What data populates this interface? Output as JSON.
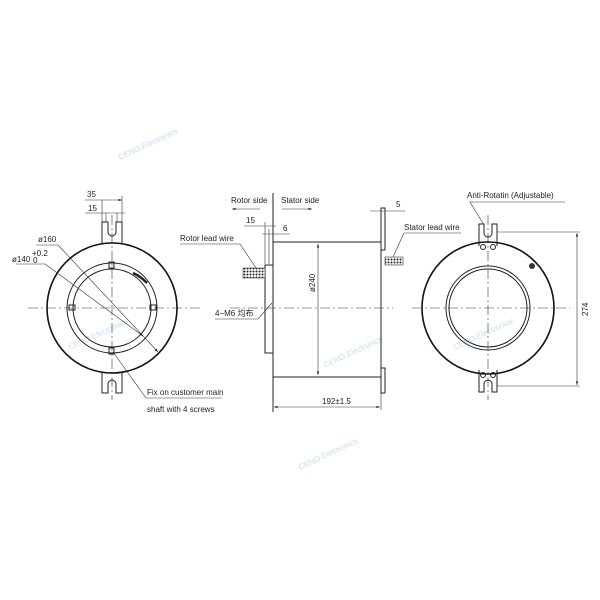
{
  "watermark": "CENO Electronics",
  "front_view": {
    "dim_tab_width": "35",
    "dim_slot_width": "15",
    "dim_outer_bore": "ø160",
    "dim_inner_bore": "ø140",
    "dim_inner_bore_tol_upper": "+0.2",
    "dim_inner_bore_tol_lower": "0",
    "note_line1": "Fix on customer main",
    "note_line2": "shaft with 4 screws"
  },
  "side_view": {
    "rotor_side": "Rotor side",
    "stator_side": "Stator side",
    "dim_15": "15",
    "dim_6": "6",
    "dim_5": "5",
    "rotor_lead_wire": "Rotor lead wire",
    "stator_lead_wire": "Stator lead wire",
    "screws": "4−M6 均布",
    "dim_diameter": "ø240",
    "dim_length": "192±1.5"
  },
  "rear_view": {
    "anti_rotation": "Anti-Rotatin (Adjustable)",
    "dim_height": "274"
  },
  "colors": {
    "line": "#222222",
    "watermark": "#b9d3ea"
  }
}
